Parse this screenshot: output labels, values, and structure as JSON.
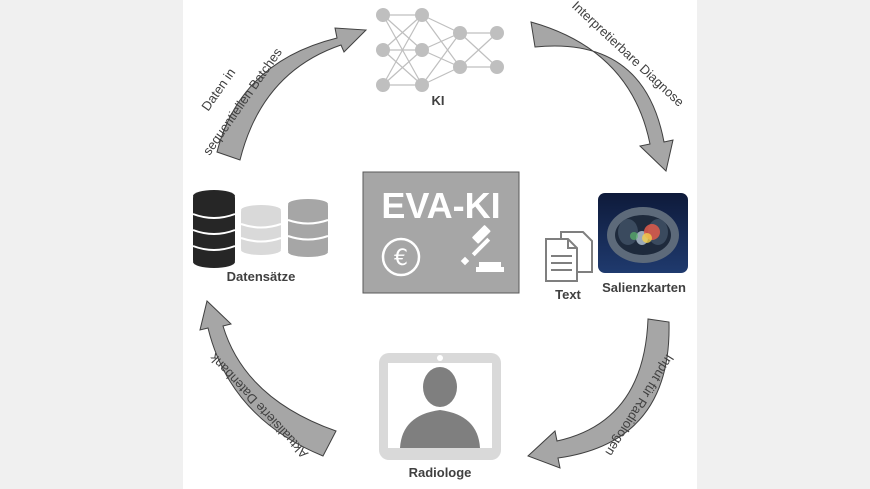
{
  "center": {
    "title": "EVA-KI",
    "symbols": [
      "euro-icon",
      "gavel-icon"
    ]
  },
  "nodes": {
    "ki": "KI",
    "datasets": "Datensätze",
    "text": "Text",
    "saliency": "Salienzkarten",
    "radiologist": "Radiologe"
  },
  "arrows": {
    "top_left_line1": "Daten in",
    "top_left_line2": "sequentiellen Batches",
    "top_right": "Interpretierbare Diagnose",
    "bottom_right": "Input für Radiologen",
    "bottom_left": "Aktualisierte Datenbank"
  },
  "colors": {
    "background": "#f0f0f0",
    "panel": "#ffffff",
    "arrow": "#a6a6a6",
    "arrow_outline": "#404040",
    "center_box": "#a6a6a6",
    "dark": "#262626",
    "mid_gray": "#a6a6a6",
    "light_gray": "#d9d9d9"
  }
}
